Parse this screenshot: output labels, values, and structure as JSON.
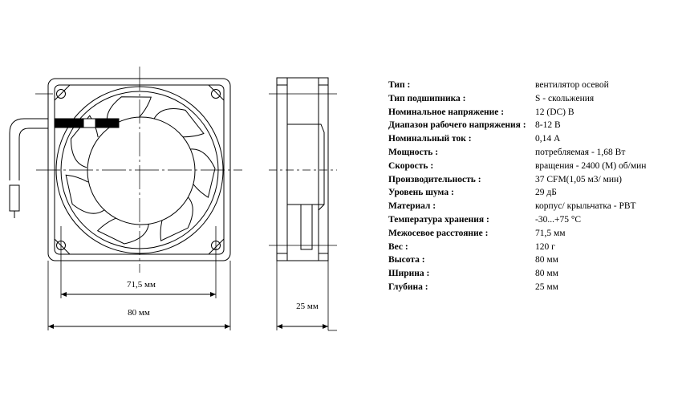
{
  "drawing": {
    "dimensions": {
      "hole_spacing": "71,5 мм",
      "width": "80 мм",
      "depth": "25 мм"
    }
  },
  "specs": [
    {
      "label": "Тип :",
      "value": "вентилятор осевой"
    },
    {
      "label": "Тип подшипника :",
      "value": "S - скольжения"
    },
    {
      "label": "Номинальное напряжение :",
      "value": "12 (DC) В"
    },
    {
      "label": "Диапазон рабочего напряжения :",
      "value": "8-12 В"
    },
    {
      "label": "Номинальный ток :",
      "value": "0,14 А"
    },
    {
      "label": "Мощность :",
      "value": "потребляемая - 1,68 Вт"
    },
    {
      "label": "Скорость :",
      "value": "вращения - 2400 (M) об/мин"
    },
    {
      "label": "Производительность :",
      "value": "37 CFM(1,05 м3/ мин)"
    },
    {
      "label": "Уровень шума :",
      "value": "29 дБ"
    },
    {
      "label": "Материал :",
      "value": "корпус/ крыльчатка - PBT"
    },
    {
      "label": "Температура хранения :",
      "value": "-30...+75 °C"
    },
    {
      "label": "Межосевое расстояние :",
      "value": "71,5 мм"
    },
    {
      "label": "Вес :",
      "value": "120 г"
    },
    {
      "label": "Высота :",
      "value": "80 мм"
    },
    {
      "label": "Ширина :",
      "value": "80 мм"
    },
    {
      "label": "Глубина :",
      "value": "25 мм"
    }
  ]
}
